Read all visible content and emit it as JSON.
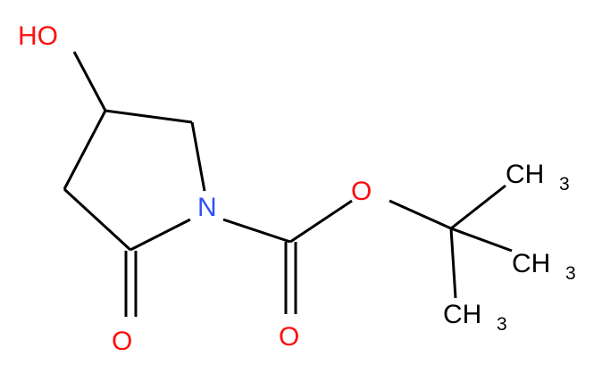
{
  "molecule": {
    "atoms": {
      "hydroxyl": "HO",
      "ring_nitrogen": "N",
      "ester_oxygen": "O",
      "carbonyl_oxygen_ring": "O",
      "carbonyl_oxygen_boc": "O",
      "methyl_top": "CH",
      "methyl_middle": "CH",
      "methyl_bottom": "CH",
      "methyl_subscript": "3"
    },
    "colors": {
      "oxygen": "#ff0d0d",
      "nitrogen": "#3050f8",
      "carbon": "#000000",
      "bond": "#000000"
    }
  }
}
